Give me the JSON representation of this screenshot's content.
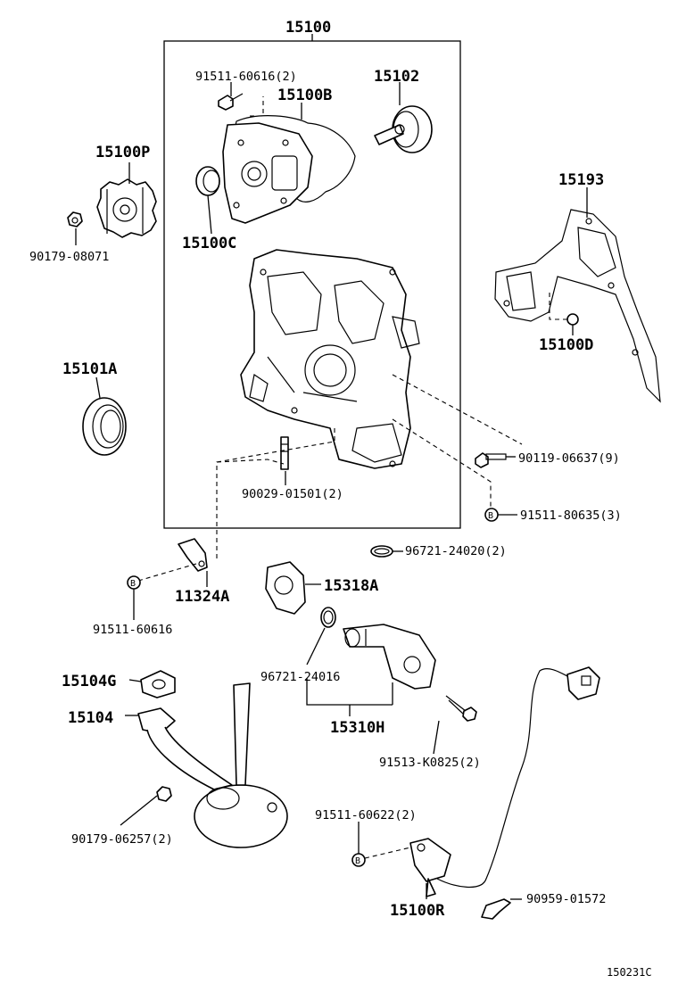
{
  "diagram_id": "150231C",
  "group_label": "15100",
  "bolt_marker": "B",
  "parts": {
    "p91511_60616_2": "91511-60616(2)",
    "p15100B": "15100B",
    "p15102": "15102",
    "p15100P": "15100P",
    "p90179_08071": "90179-08071",
    "p15100C": "15100C",
    "p15193": "15193",
    "p15100D": "15100D",
    "p15101A": "15101A",
    "p90119_06637_9": "90119-06637(9)",
    "p90029_01501_2": "90029-01501(2)",
    "p91511_80635_3": "91511-80635(3)",
    "p96721_24020_2": "96721-24020(2)",
    "p11324A": "11324A",
    "p15318A": "15318A",
    "p91511_60616": "91511-60616",
    "p96721_24016": "96721-24016",
    "p15104G": "15104G",
    "p15104": "15104",
    "p15310H": "15310H",
    "p91513_K0825_2": "91513-K0825(2)",
    "p90179_06257_2": "90179-06257(2)",
    "p91511_60622_2": "91511-60622(2)",
    "p15100R": "15100R",
    "p90959_01572": "90959-01572"
  }
}
